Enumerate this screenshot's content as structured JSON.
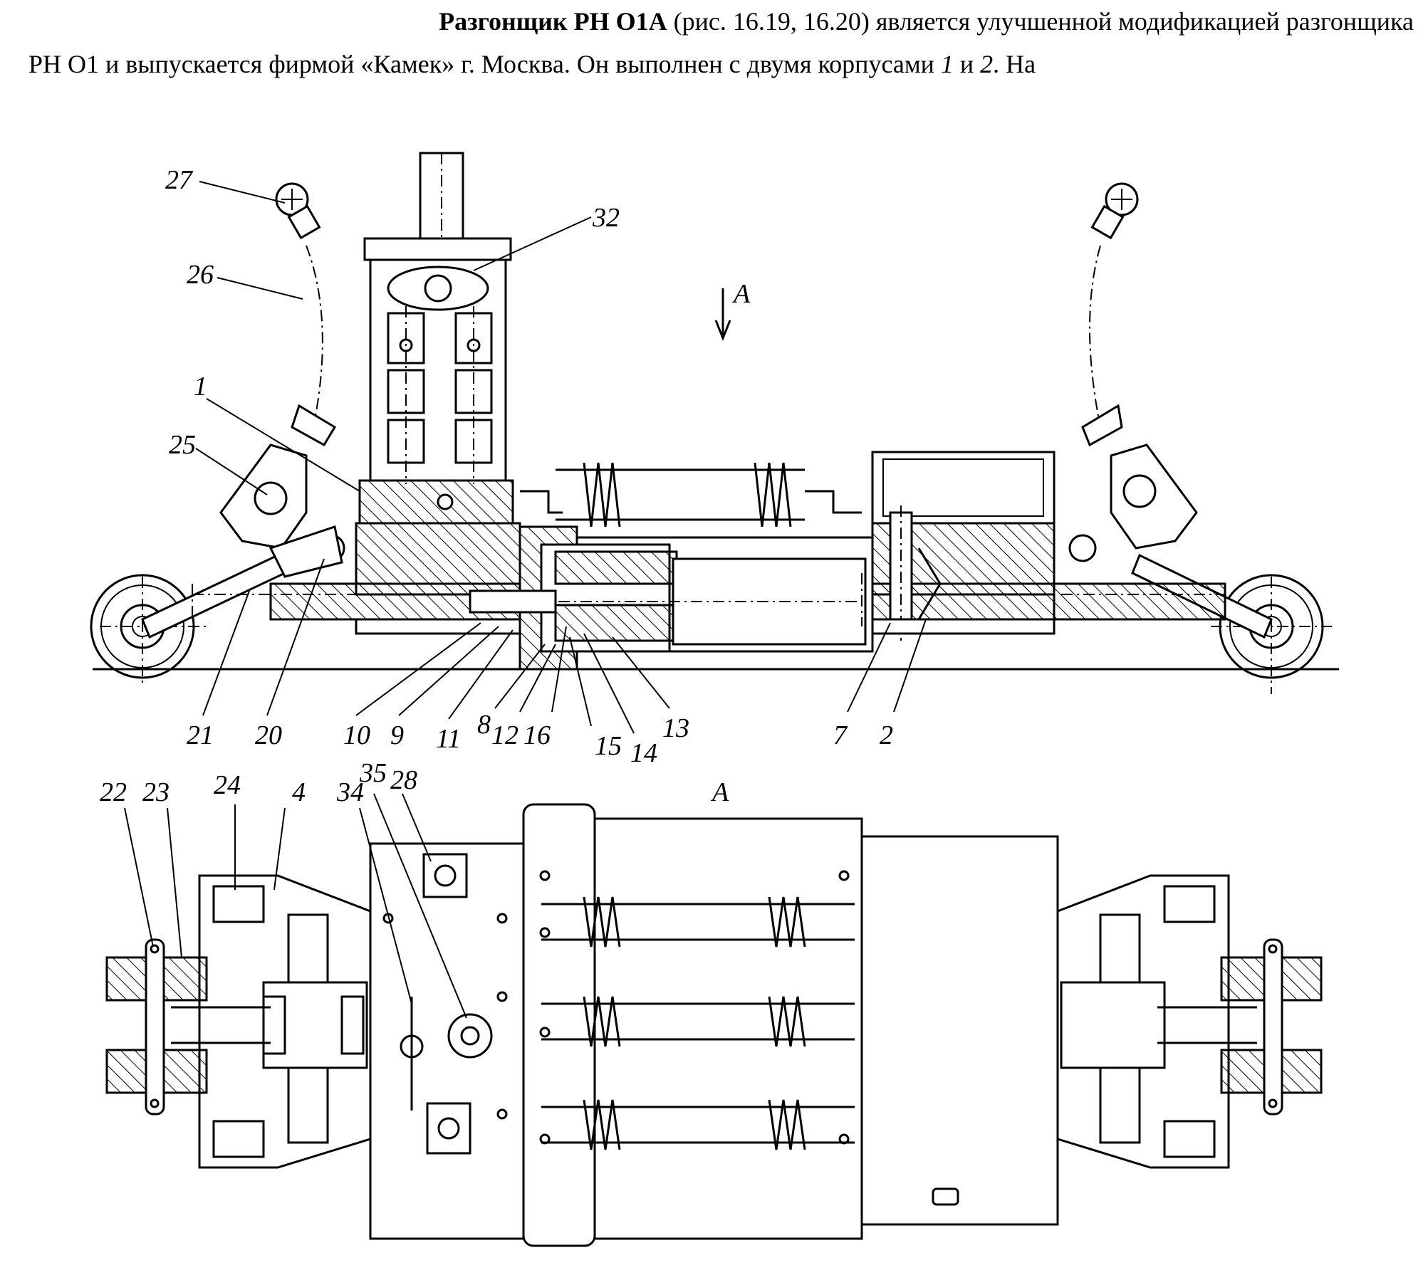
{
  "paragraph": {
    "line1": {
      "bold": "Разгонщик РН О1А",
      "rest": " (рис. 16.19, 16.20) является улучшенной модификацией разгонщика"
    },
    "line2": {
      "a": "РН О1 и выпускается фирмой «Камек» г. Москва. Он выполнен с двумя корпусами ",
      "n1": "1",
      "b": " и ",
      "n2": "2",
      "c": ". На"
    }
  },
  "figure": {
    "view_arrow_label": "А",
    "view_title": "А",
    "side_view_labels": [
      "27",
      "26",
      "32",
      "1",
      "25",
      "21",
      "20",
      "10",
      "9",
      "11",
      "8",
      "12",
      "16",
      "15",
      "14",
      "13",
      "7",
      "2"
    ],
    "top_view_labels": [
      "22",
      "23",
      "24",
      "4",
      "34",
      "35",
      "28"
    ]
  }
}
